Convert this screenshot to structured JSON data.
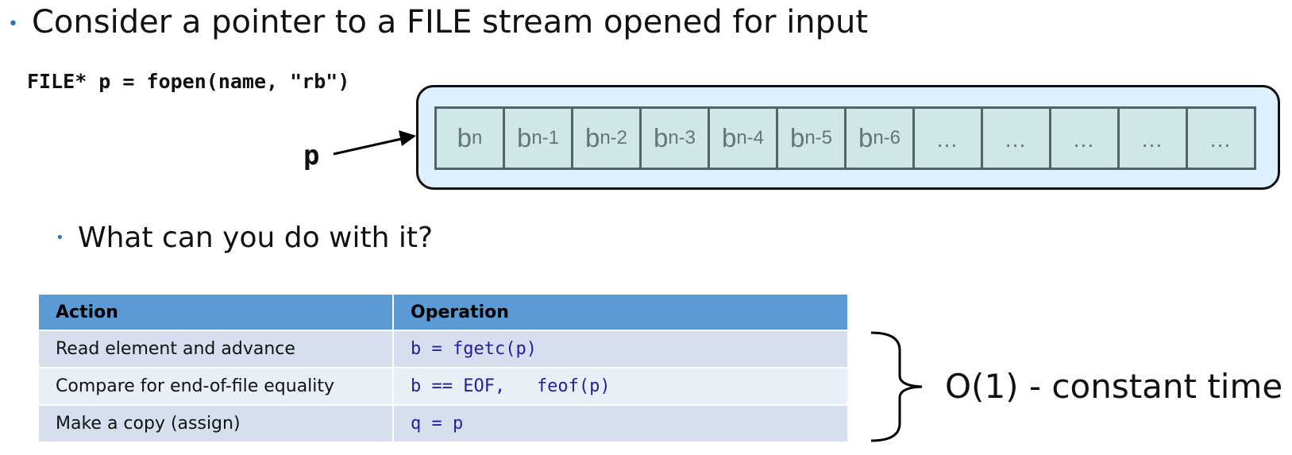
{
  "slide": {
    "heading": "Consider a pointer to a FILE stream opened for input",
    "code": "FILE* p = fopen(name, \"rb\")",
    "pointer_label": "p",
    "stream_cells": [
      {
        "base": "b",
        "sub": "n"
      },
      {
        "base": "b",
        "sub": "n-1"
      },
      {
        "base": "b",
        "sub": "n-2"
      },
      {
        "base": "b",
        "sub": "n-3"
      },
      {
        "base": "b",
        "sub": "n-4"
      },
      {
        "base": "b",
        "sub": "n-5"
      },
      {
        "base": "b",
        "sub": "n-6"
      },
      {
        "base": "…",
        "sub": ""
      },
      {
        "base": "…",
        "sub": ""
      },
      {
        "base": "…",
        "sub": ""
      },
      {
        "base": "…",
        "sub": ""
      },
      {
        "base": "…",
        "sub": ""
      }
    ],
    "sub_bullet": "What can you do with it?",
    "table": {
      "headers": [
        "Action",
        "Operation"
      ],
      "rows": [
        {
          "action": "Read element and advance",
          "operation": "b = fgetc(p)"
        },
        {
          "action": "Compare for end-of-file equality",
          "operation": "b == EOF,   feof(p)"
        },
        {
          "action": "Make a copy (assign)",
          "operation": "q = p"
        }
      ]
    },
    "complexity": "O(1) - constant time"
  },
  "colors": {
    "bullet": "#2e74b5",
    "stream_box_fill": "#deeffd",
    "cell_fill": "#cfe8e7",
    "cell_text": "#64737c",
    "table_header": "#5b9bd5",
    "table_row_odd": "#d5dfee",
    "table_row_even": "#e9eff7",
    "code_text": "#2a1b9e"
  }
}
